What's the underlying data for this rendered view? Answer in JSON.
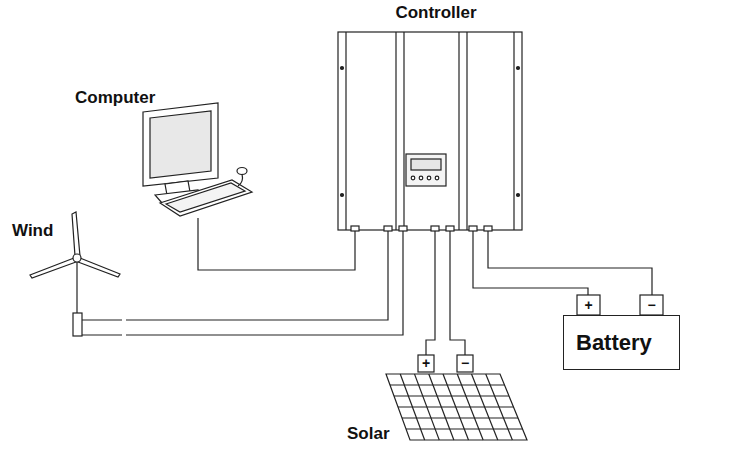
{
  "diagram": {
    "nodes": [
      {
        "text": [
          "Controller"
        ]
      },
      {
        "text": [
          "Computer"
        ]
      },
      {
        "text": [
          "Wind"
        ]
      },
      {
        "text": [
          "Battery"
        ]
      },
      {
        "text": [
          "Solar"
        ]
      }
    ],
    "edges": [
      {
        "from": 0,
        "to": 1,
        "arrow": "none"
      },
      {
        "from": 0,
        "to": 2,
        "arrow": "none"
      },
      {
        "from": 0,
        "to": 2,
        "arrow": "none"
      },
      {
        "from": 0,
        "to": 4,
        "arrow": "none"
      },
      {
        "from": 0,
        "to": 4,
        "arrow": "none"
      },
      {
        "from": 0,
        "to": 3,
        "arrow": "none"
      },
      {
        "from": 0,
        "to": 3,
        "arrow": "none"
      }
    ],
    "labels": [
      "+",
      "−",
      "+",
      "−"
    ]
  }
}
